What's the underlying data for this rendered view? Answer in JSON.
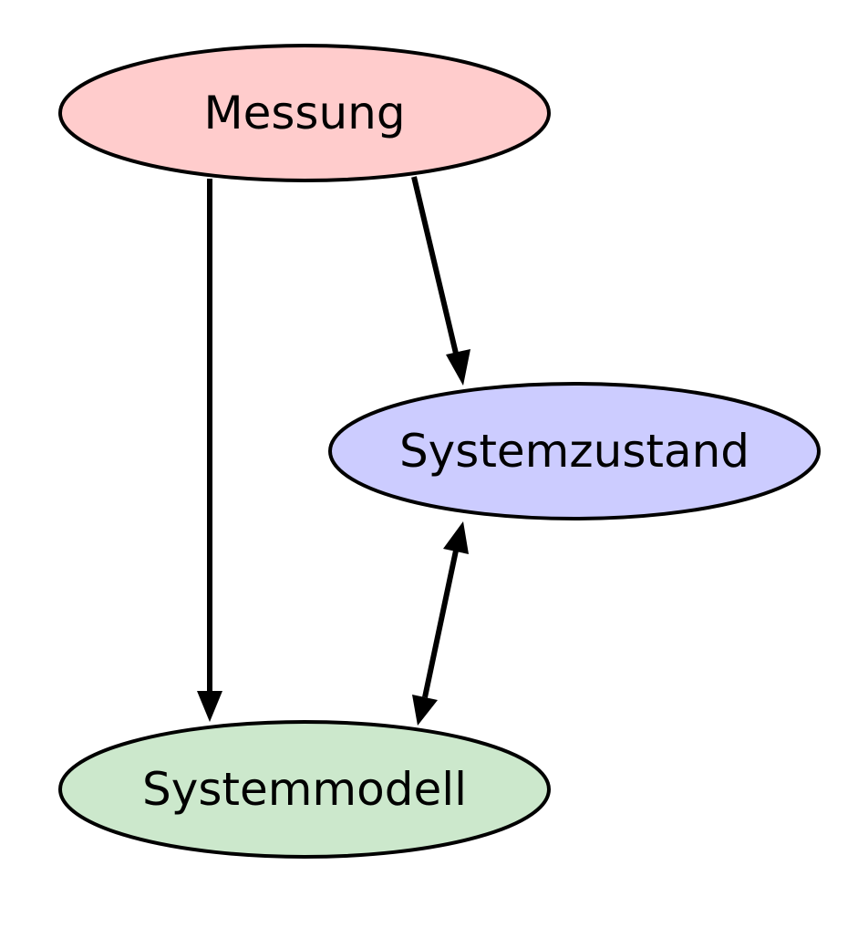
{
  "diagram": {
    "nodes": {
      "measurement": {
        "label": "Messung",
        "color": "#ffcccc"
      },
      "state": {
        "label": "Systemzustand",
        "color": "#ccccff"
      },
      "model": {
        "label": "Systemmodell",
        "color": "#cce8cc"
      }
    },
    "edges": [
      {
        "from": "Messung",
        "to": "Systemmodell",
        "direction": "forward"
      },
      {
        "from": "Messung",
        "to": "Systemzustand",
        "direction": "forward"
      },
      {
        "from": "Systemmodell",
        "to": "Systemzustand",
        "direction": "both"
      }
    ],
    "edge_color": "#000000"
  }
}
